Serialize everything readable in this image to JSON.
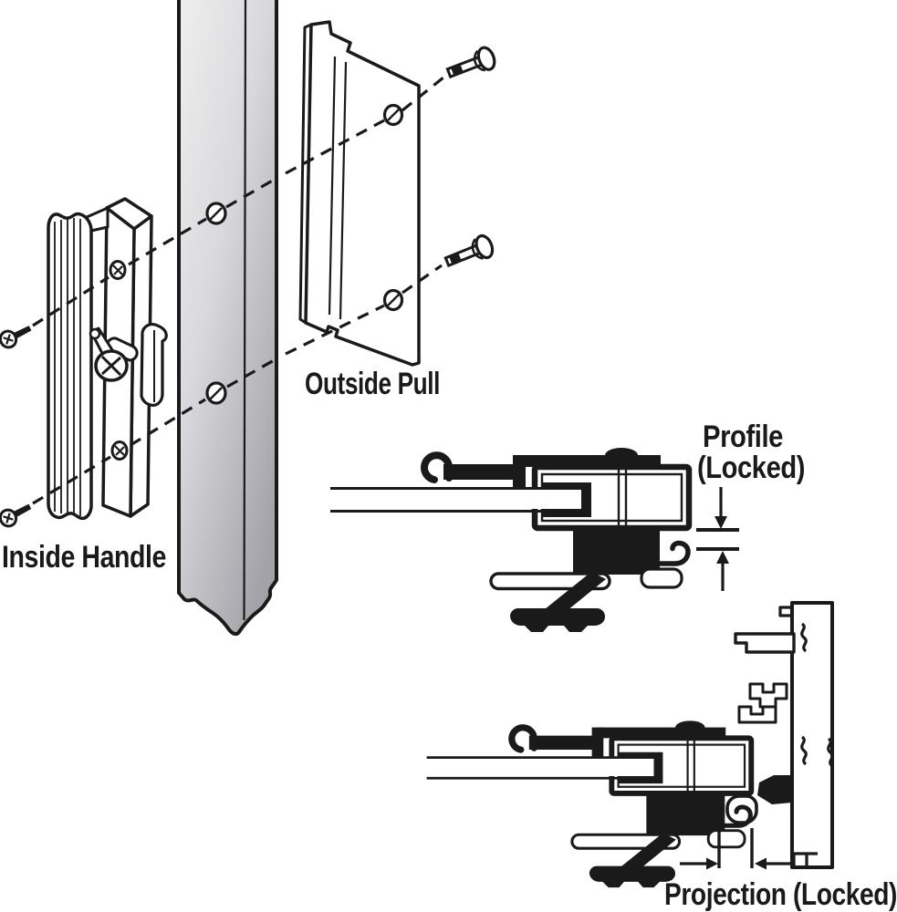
{
  "labels": {
    "inside_handle": "Inside Handle",
    "outside_pull": "Outside Pull",
    "profile_line1": "Profile",
    "profile_line2": "(Locked)",
    "projection": "Projection (Locked)"
  },
  "colors": {
    "ink": "#1a1a1a",
    "background": "#ffffff",
    "stile_light": "#efefef",
    "stile_mid": "#d9d9dc",
    "stile_dark": "#a2a2a8"
  }
}
